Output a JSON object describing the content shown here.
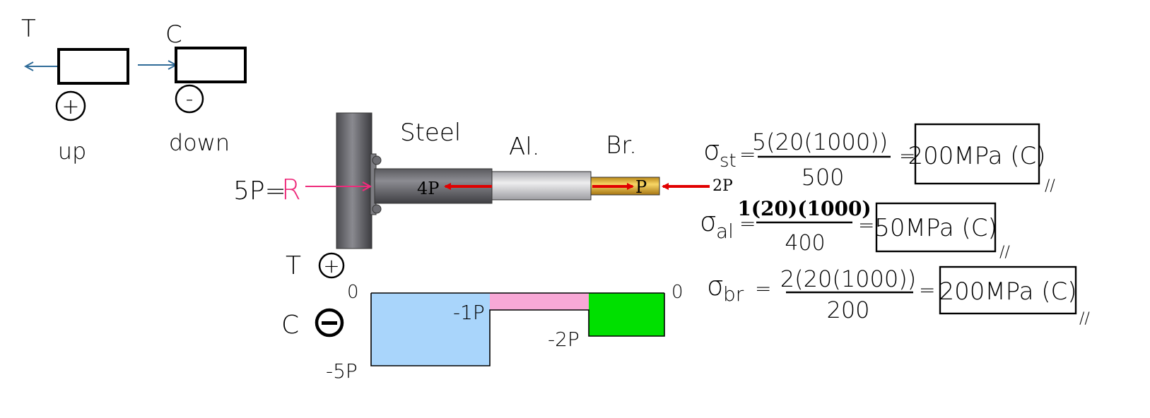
{
  "convention": {
    "tension": {
      "letter": "T",
      "sign": "+",
      "word": "up"
    },
    "compression": {
      "letter": "C",
      "sign": "-",
      "word": "down"
    }
  },
  "bar": {
    "reaction_label": "5P=",
    "reaction_symbol": "R",
    "segments": [
      {
        "label": "Steel",
        "load": "4P"
      },
      {
        "label": "Al.",
        "load": ""
      },
      {
        "label": "Br.",
        "load": "P"
      }
    ],
    "end_load": "2P"
  },
  "diagram": {
    "tension_letter": "T",
    "tension_sign": "+",
    "compression_letter": "C",
    "left_zero": "0",
    "right_zero": "0",
    "level_labels": [
      "-5P",
      "-1P",
      "-2P"
    ],
    "segment_values": [
      -5,
      -1,
      -2
    ],
    "segment_colors": [
      "#a9d5fb",
      "#f8a8d6",
      "#00e000"
    ]
  },
  "equations": [
    {
      "symbol": "σ",
      "subscript": "st",
      "numerator": "5(20(1000))",
      "denominator": "500",
      "result": "200MPa (C)"
    },
    {
      "symbol": "σ",
      "subscript": "al",
      "numerator": "1(20)(1000)",
      "denominator": "400",
      "result": "50MPa (C)"
    },
    {
      "symbol": "σ",
      "subscript": "br",
      "numerator": "2(20(1000))",
      "denominator": "200",
      "result": "200MPa (C)"
    }
  ],
  "colors": {
    "reaction": "#ee2b7b",
    "load_arrow": "#e10000",
    "convention_arrow": "#2f6b98",
    "steel": "#6e6e72",
    "aluminum": "#c8c8cc",
    "brass": "#d8a628"
  }
}
